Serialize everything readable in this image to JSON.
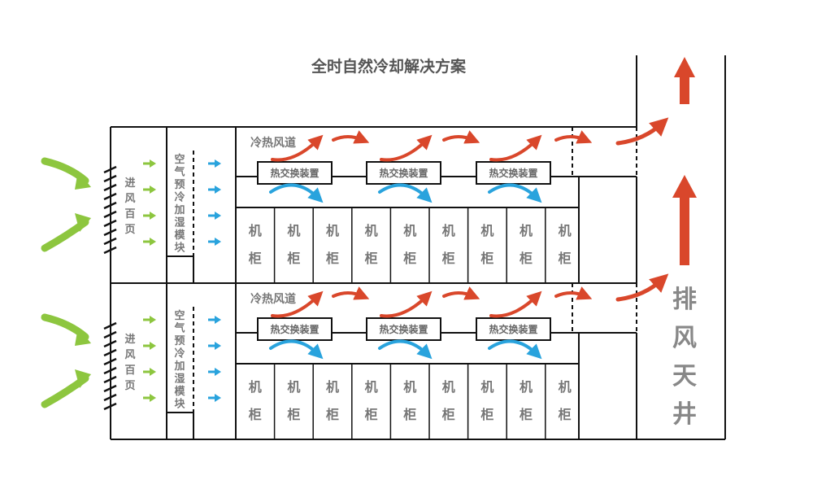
{
  "title": "全时自然冷却解决方案",
  "exhaust_shaft": [
    "排",
    "风",
    "天",
    "井"
  ],
  "rows": [
    {
      "intake_louver": [
        "进",
        "风",
        "百",
        "页"
      ],
      "precool_module": [
        "空",
        "气",
        "预",
        "冷",
        "加",
        "湿",
        "模",
        "块"
      ],
      "duct_label": "冷热风道",
      "heat_exchangers": [
        "热交换装置",
        "热交换装置",
        "热交换装置"
      ],
      "cabinets": [
        [
          "机",
          "柜"
        ],
        [
          "机",
          "柜"
        ],
        [
          "机",
          "柜"
        ],
        [
          "机",
          "柜"
        ],
        [
          "机",
          "柜"
        ],
        [
          "机",
          "柜"
        ],
        [
          "机",
          "柜"
        ],
        [
          "机",
          "柜"
        ],
        [
          "机",
          "柜"
        ]
      ]
    },
    {
      "intake_louver": [
        "进",
        "风",
        "百",
        "页"
      ],
      "precool_module": [
        "空",
        "气",
        "预",
        "冷",
        "加",
        "湿",
        "模",
        "块"
      ],
      "duct_label": "冷热风道",
      "heat_exchangers": [
        "热交换装置",
        "热交换装置",
        "热交换装置"
      ],
      "cabinets": [
        [
          "机",
          "柜"
        ],
        [
          "机",
          "柜"
        ],
        [
          "机",
          "柜"
        ],
        [
          "机",
          "柜"
        ],
        [
          "机",
          "柜"
        ],
        [
          "机",
          "柜"
        ],
        [
          "机",
          "柜"
        ],
        [
          "机",
          "柜"
        ],
        [
          "机",
          "柜"
        ]
      ]
    }
  ],
  "colors": {
    "outline": "#111111",
    "intake_arrow": "#8dc63f",
    "cold_arrow": "#29a3dd",
    "hot_arrow": "#d9472b",
    "label_text": "#777777"
  }
}
